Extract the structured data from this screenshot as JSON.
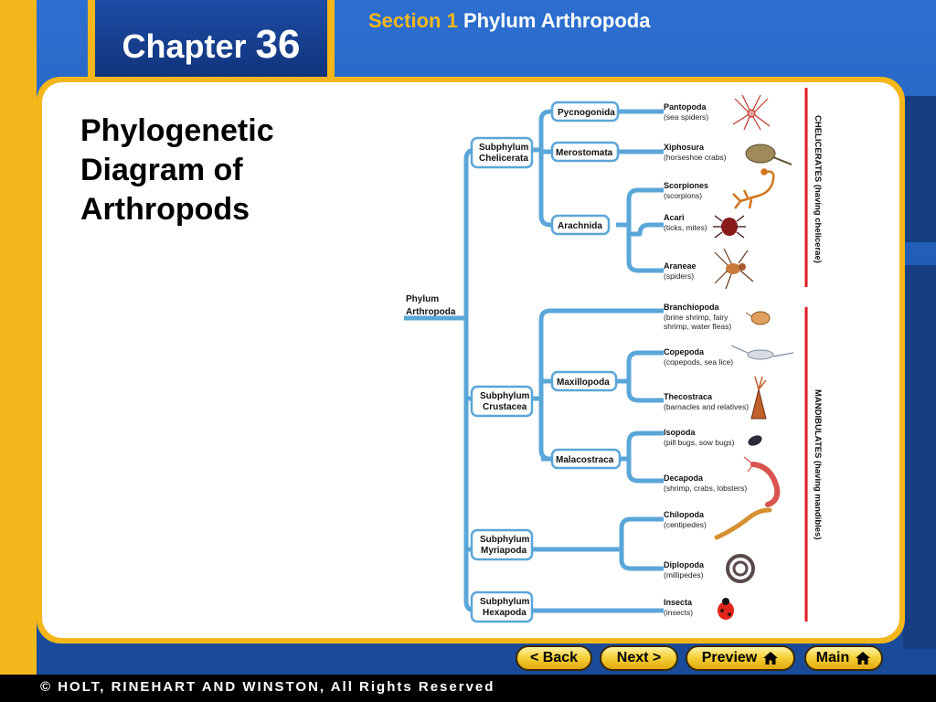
{
  "chapter": {
    "word": "Chapter",
    "number": "36"
  },
  "section": {
    "prefix": "Section 1",
    "title": "Phylum Arthropoda"
  },
  "slide": {
    "heading": "Phylogenetic Diagram of Arthropods"
  },
  "diagram": {
    "root": [
      "Phylum",
      "Arthropoda"
    ],
    "subphyla": [
      [
        "Subphylum",
        "Chelicerata"
      ],
      [
        "Subphylum",
        "Crustacea"
      ],
      [
        "Subphylum",
        "Myriapoda"
      ],
      [
        "Subphylum",
        "Hexapoda"
      ]
    ],
    "classes": [
      "Pycnogonida",
      "Merostomata",
      "Arachnida",
      "Maxillopoda",
      "Malacostraca"
    ],
    "taxa": [
      {
        "name": "Pantopoda",
        "common": [
          "(sea spiders)"
        ]
      },
      {
        "name": "Xiphosura",
        "common": [
          "(horseshoe crabs)"
        ]
      },
      {
        "name": "Scorpiones",
        "common": [
          "(scorpions)"
        ]
      },
      {
        "name": "Acari",
        "common": [
          "(ticks, mites)"
        ]
      },
      {
        "name": "Araneae",
        "common": [
          "(spiders)"
        ]
      },
      {
        "name": "Branchiopoda",
        "common": [
          "(brine shrimp, fairy",
          "shrimp, water fleas)"
        ]
      },
      {
        "name": "Copepoda",
        "common": [
          "(copepods, sea lice)"
        ]
      },
      {
        "name": "Thecostraca",
        "common": [
          "(barnacles and relatives)"
        ]
      },
      {
        "name": "Isopoda",
        "common": [
          "(pill bugs, sow bugs)"
        ]
      },
      {
        "name": "Decapoda",
        "common": [
          "(shrimp, crabs, lobsters)"
        ]
      },
      {
        "name": "Chilopoda",
        "common": [
          "(centipedes)"
        ]
      },
      {
        "name": "Diplopoda",
        "common": [
          "(millipedes)"
        ]
      },
      {
        "name": "Insecta",
        "common": [
          "(insects)"
        ]
      }
    ],
    "groups": [
      "CHELICERATES (having chelicerae)",
      "MANDIBULATES (having mandibles)"
    ]
  },
  "nav": {
    "back": "< Back",
    "next": "Next >",
    "preview": "Preview",
    "main": "Main"
  },
  "footer": {
    "copyright": "© HOLT, RINEHART AND WINSTON, All Rights Reserved"
  },
  "colors": {
    "accent": "#f3b71c",
    "branch": "#5aa6d8",
    "group_bar": "#e01b22",
    "background": "#1f5eb8"
  }
}
